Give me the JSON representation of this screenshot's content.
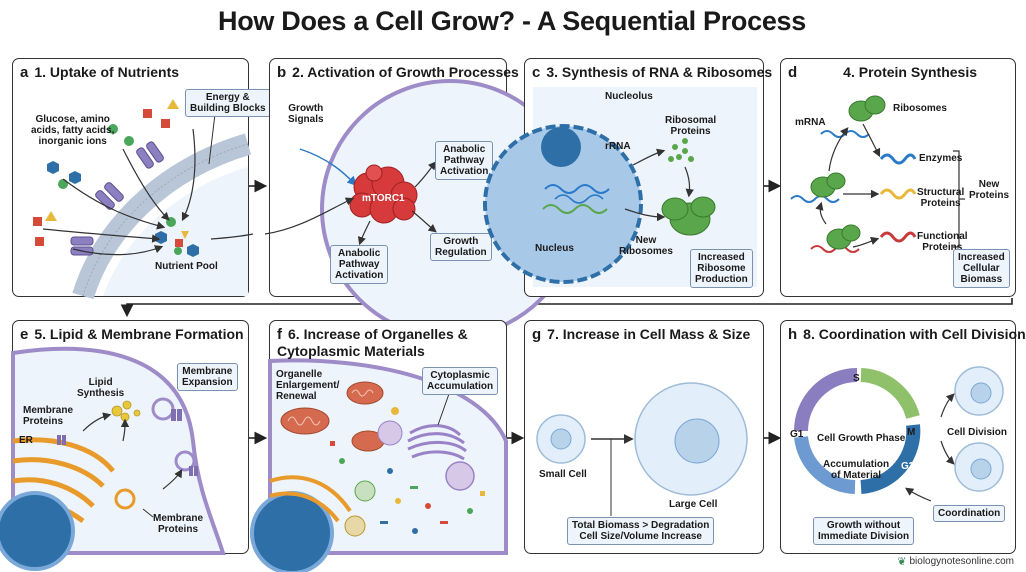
{
  "title": "How Does a Cell Grow? - A Sequential Process",
  "panels": [
    {
      "letter": "a",
      "title": "1. Uptake of Nutrients",
      "labels": {
        "energy": "Energy &\nBuilding Blocks",
        "nutrients": "Glucose, amino\nacids, fatty acids,\ninorganic ions",
        "pool": "Nutrient Pool"
      }
    },
    {
      "letter": "b",
      "title": "2. Activation of Growth Processes",
      "labels": {
        "signals": "Growth\nSignals",
        "mtorc": "mTORC1",
        "anabolic1": "Anabolic\nPathway\nActivation",
        "anabolic2": "Anabolic\nPathway\nActivation",
        "regulation": "Growth\nRegulation"
      }
    },
    {
      "letter": "c",
      "title": "3. Synthesis of RNA & Ribosomes",
      "labels": {
        "nucleolus": "Nucleolus",
        "rrna": "rRNA",
        "ribo_proteins": "Ribosomal\nProteins",
        "nucleus": "Nucleus",
        "new_ribosomes": "New\nRibosomes",
        "increased": "Increased\nRibosome\nProduction"
      }
    },
    {
      "letter": "d",
      "title": "4. Protein Synthesis",
      "labels": {
        "mrna": "mRNA",
        "ribosomes": "Ribosomes",
        "enzymes": "Enzymes",
        "structural": "Structural\nProteins",
        "functional": "Functional\nProteins",
        "new_proteins": "New\nProteins",
        "biomass": "Increased\nCellular\nBiomass"
      }
    },
    {
      "letter": "e",
      "title": "5. Lipid & Membrane Formation",
      "labels": {
        "lipid": "Lipid\nSynthesis",
        "expansion": "Membrane\nExpansion",
        "membrane_proteins1": "Membrane\nProteins",
        "er": "ER",
        "membrane_proteins2": "Membrane\nProteins"
      }
    },
    {
      "letter": "f",
      "title": "6. Increase of Organelles &\nCytoplasmic Materials",
      "labels": {
        "organelle": "Organelle\nEnlargement/\nRenewal",
        "cytoplasmic": "Cytoplasmic\nAccumulation"
      }
    },
    {
      "letter": "g",
      "title": "7. Increase in Cell Mass & Size",
      "labels": {
        "small": "Small Cell",
        "large": "Large Cell",
        "biomass": "Total Biomass > Degradation\nCell Size/Volume Increase"
      }
    },
    {
      "letter": "h",
      "title": "8. Coordination with Cell Division",
      "labels": {
        "s_top": "S",
        "m": "M",
        "g1": "G1",
        "g2": "G2",
        "s_bottom": "S",
        "growth_phase": "Cell Growth Phase",
        "accumulation": "Accumulation\nof Material",
        "division": "Cell Division",
        "coordination": "Coordination",
        "growth_without": "Growth without\nImmediate Division"
      }
    }
  ],
  "footer": "biologynotesonline.com",
  "colors": {
    "membrane": "#7f6fb0",
    "protein": "#8d80c0",
    "nucleus": "#2e6fa8",
    "cytoplasm": "#eef4fb",
    "ribosome": "#5aa64a",
    "mtorc": "#d63a3a",
    "er": "#e89a2a",
    "mito": "#d66a4e",
    "golgi": "#9a82c8",
    "cycle_blue": "#6d9ad0",
    "cycle_green": "#8fc06a",
    "cycle_purple": "#8b7ec0"
  }
}
